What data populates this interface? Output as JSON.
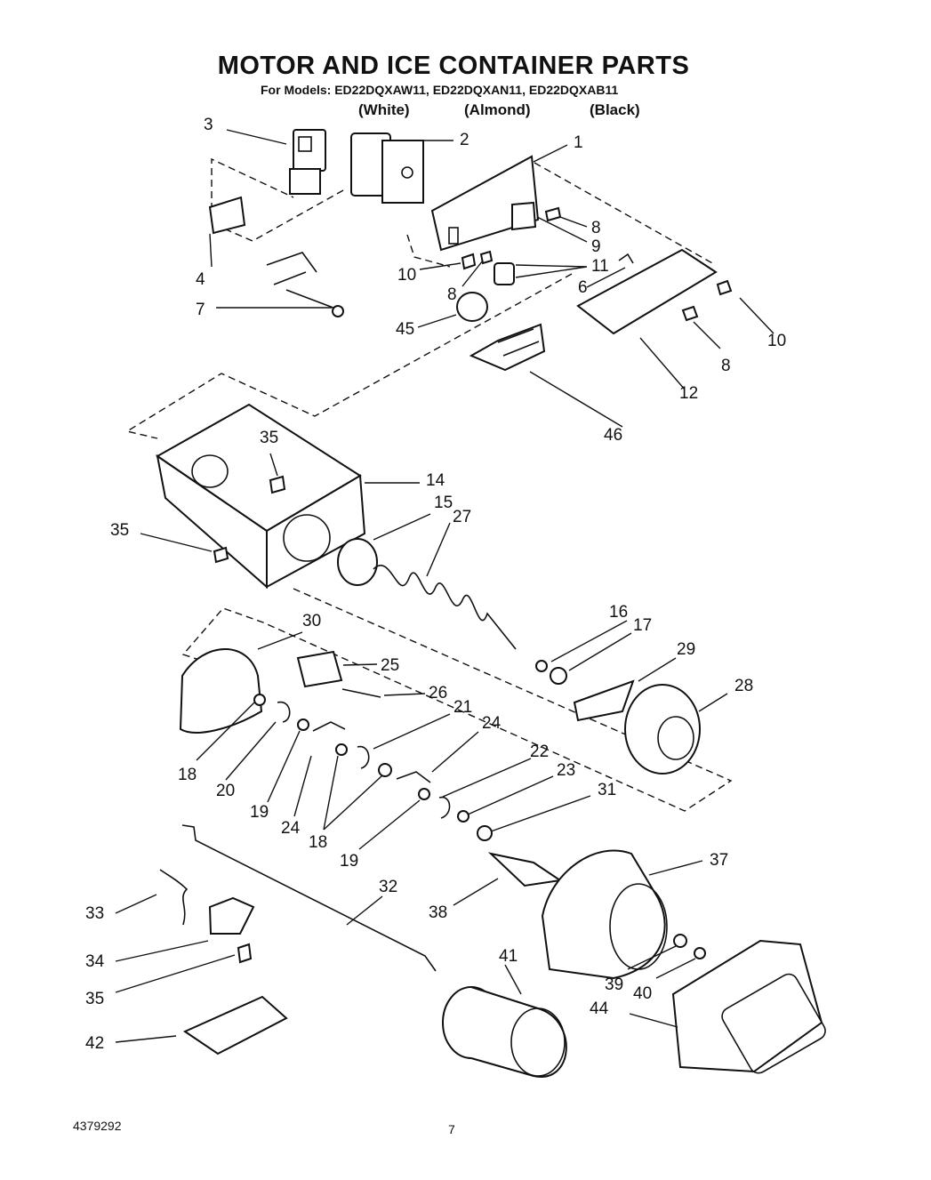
{
  "header": {
    "title": "MOTOR AND ICE CONTAINER PARTS",
    "models": "For Models: ED22DQXAW11, ED22DQXAN11, ED22DQXAB11",
    "colors": [
      "(White)",
      "(Almond)",
      "(Black)"
    ]
  },
  "footer": {
    "doc_number": "4379292",
    "page_number": "7"
  },
  "callouts": [
    {
      "id": "c3",
      "label": "3"
    },
    {
      "id": "c2",
      "label": "2"
    },
    {
      "id": "c1",
      "label": "1"
    },
    {
      "id": "c4",
      "label": "4"
    },
    {
      "id": "c7",
      "label": "7"
    },
    {
      "id": "c8a",
      "label": "8"
    },
    {
      "id": "c9",
      "label": "9"
    },
    {
      "id": "c10a",
      "label": "10"
    },
    {
      "id": "c11",
      "label": "11"
    },
    {
      "id": "c6",
      "label": "6"
    },
    {
      "id": "c8b",
      "label": "8"
    },
    {
      "id": "c45",
      "label": "45"
    },
    {
      "id": "c10b",
      "label": "10"
    },
    {
      "id": "c8c",
      "label": "8"
    },
    {
      "id": "c12",
      "label": "12"
    },
    {
      "id": "c46",
      "label": "46"
    },
    {
      "id": "c35a",
      "label": "35"
    },
    {
      "id": "c14",
      "label": "14"
    },
    {
      "id": "c15",
      "label": "15"
    },
    {
      "id": "c27",
      "label": "27"
    },
    {
      "id": "c35b",
      "label": "35"
    },
    {
      "id": "c30",
      "label": "30"
    },
    {
      "id": "c16",
      "label": "16"
    },
    {
      "id": "c17",
      "label": "17"
    },
    {
      "id": "c25",
      "label": "25"
    },
    {
      "id": "c29",
      "label": "29"
    },
    {
      "id": "c28",
      "label": "28"
    },
    {
      "id": "c26",
      "label": "26"
    },
    {
      "id": "c21",
      "label": "21"
    },
    {
      "id": "c24a",
      "label": "24"
    },
    {
      "id": "c18a",
      "label": "18"
    },
    {
      "id": "c20",
      "label": "20"
    },
    {
      "id": "c22",
      "label": "22"
    },
    {
      "id": "c23",
      "label": "23"
    },
    {
      "id": "c31",
      "label": "31"
    },
    {
      "id": "c19a",
      "label": "19"
    },
    {
      "id": "c24b",
      "label": "24"
    },
    {
      "id": "c18b",
      "label": "18"
    },
    {
      "id": "c19b",
      "label": "19"
    },
    {
      "id": "c37",
      "label": "37"
    },
    {
      "id": "c32",
      "label": "32"
    },
    {
      "id": "c33",
      "label": "33"
    },
    {
      "id": "c38",
      "label": "38"
    },
    {
      "id": "c41",
      "label": "41"
    },
    {
      "id": "c34",
      "label": "34"
    },
    {
      "id": "c39",
      "label": "39"
    },
    {
      "id": "c40",
      "label": "40"
    },
    {
      "id": "c35c",
      "label": "35"
    },
    {
      "id": "c44",
      "label": "44"
    },
    {
      "id": "c42",
      "label": "42"
    }
  ]
}
